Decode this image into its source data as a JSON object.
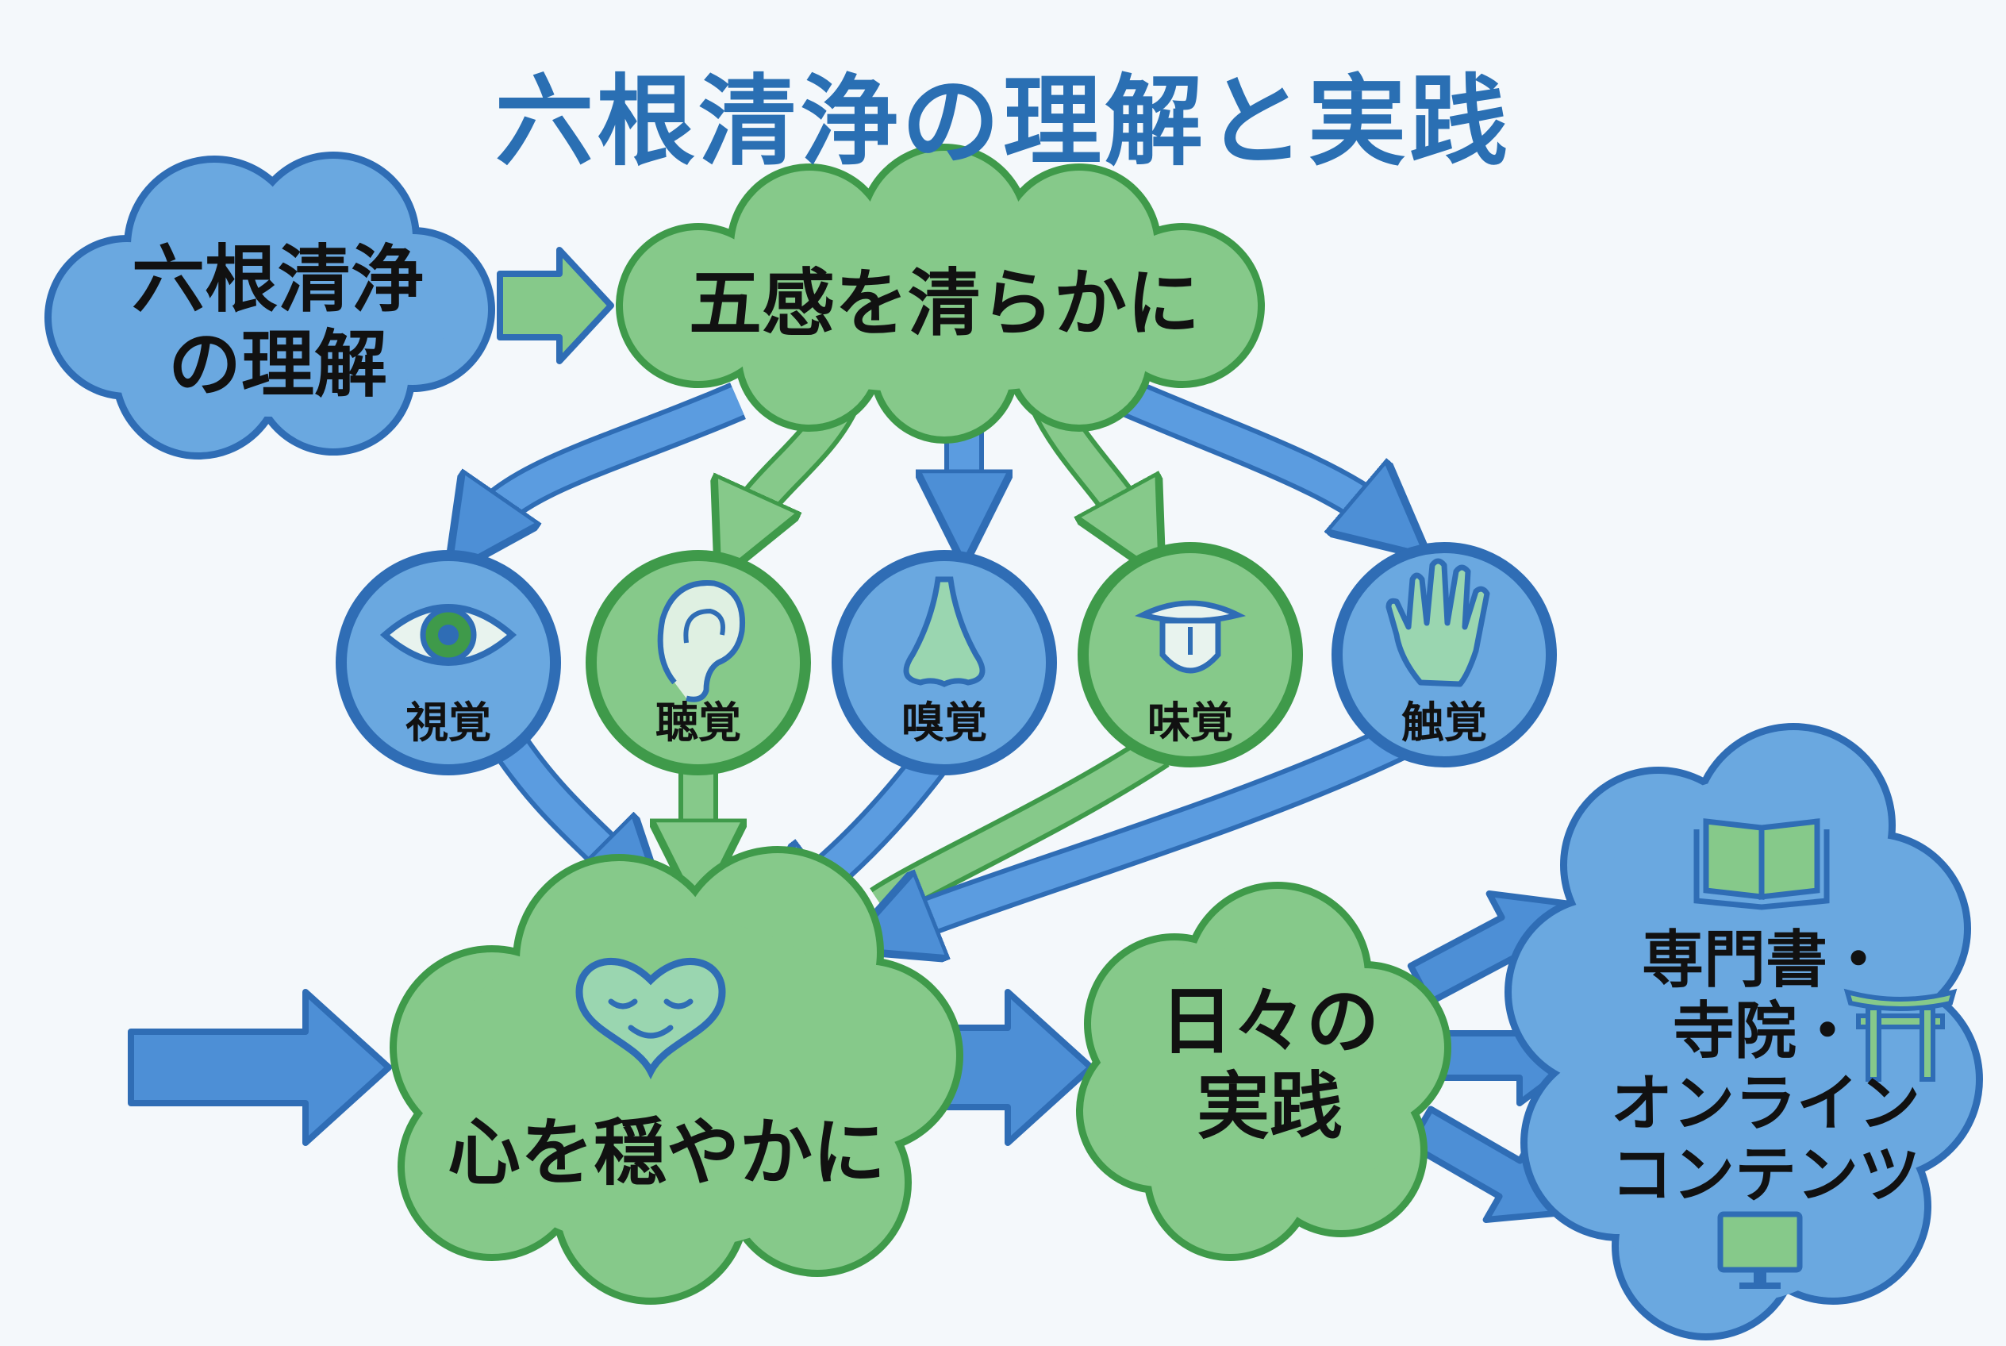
{
  "title": "六根清浄の理解と実践",
  "nodes": {
    "understanding": {
      "line1": "六根清浄",
      "line2": "の理解"
    },
    "purify": {
      "label": "五感を清らかに"
    },
    "calm_mind": {
      "label": "心を穏やかに"
    },
    "daily_practice": {
      "line1": "日々の",
      "line2": "実践"
    },
    "resources": {
      "line1": "専門書・",
      "line2": "寺院・",
      "line3": "オンライン",
      "line4": "コンテンツ"
    }
  },
  "senses": [
    {
      "label": "視覚",
      "icon": "eye-icon"
    },
    {
      "label": "聴覚",
      "icon": "ear-icon"
    },
    {
      "label": "嗅覚",
      "icon": "nose-icon"
    },
    {
      "label": "味覚",
      "icon": "tongue-icon"
    },
    {
      "label": "触覚",
      "icon": "hand-icon"
    }
  ],
  "colors": {
    "blue_fill": "#6aa8e0",
    "blue_stroke": "#2f6db5",
    "green_fill": "#86c98a",
    "green_stroke": "#3f9a4a",
    "title": "#2a6fb3"
  }
}
